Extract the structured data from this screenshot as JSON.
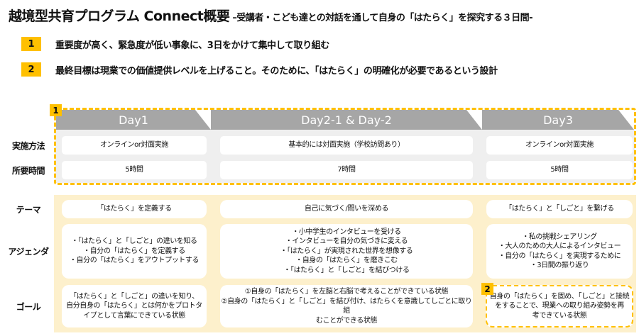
{
  "title": {
    "main": "越境型共育プログラム Connect概要",
    "sub": " –受講者・こども達との対話を通して自身の「はたらく」を探究する３日間-"
  },
  "points": [
    {
      "num": "1",
      "text": "重要度が高く、緊急度が低い事象に、3日をかけて集中して取り組む"
    },
    {
      "num": "2",
      "text": "最終目標は現業での価値提供レベルを上げること。そのために、「はたらく」の明確化が必要であるという設計"
    }
  ],
  "box_badges": [
    "1",
    "2"
  ],
  "columns": [
    "Day1",
    "Day2-1 & Day-2",
    "Day3"
  ],
  "rows": [
    {
      "label": "実施方法",
      "cells": [
        "オンラインor対面実施",
        "基本的には対面実施（学校訪問あり）",
        "オンラインor対面実施"
      ]
    },
    {
      "label": "所要時間",
      "cells": [
        "5時間",
        "7時間",
        "5時間"
      ]
    },
    {
      "label": "テーマ",
      "cells": [
        "「はたらく」を定義する",
        "自己に気づく/問いを深める",
        "「はたらく」と「しごと」を繋げる"
      ]
    },
    {
      "label": "アジェンダ",
      "cells": [
        "・「はたらく」と「しごと」の違いを知る\n・自分の「はたらく」を定義する\n・自分の「はたらく」をアウトプットする",
        "・小中学生のインタビューを受ける\n・インタビューを自分の気づきに変える\n・「はたらく」が実現された世界を想像する\n・自身の「はたらく」を磨きこむ\n・「はたらく」と「しごと」を結びつける",
        "・私の挑戦シェアリング\n・大人のための大人によるインタビュー\n・自分の「はたらく」を実現するために\n・3日間の振り返り"
      ]
    },
    {
      "label": "ゴール",
      "cells": [
        "「はたらく」と「しごと」の違いを知り、\n自分自身の「はたらく」とは何かをプロトタ\nイプとして言葉にできている状態",
        "①自身の「はたらく」を左脳と右脳で考えることができている状態\n②自身の「はたらく」と「しごと」を結び付け、はたらくを意識してしごとに取り組\nむことができる状態",
        "自身の「はたらく」を固め、「しごと」と接続\nをすることで、現業への取り組み姿勢を再\n考できている状態"
      ]
    }
  ]
}
